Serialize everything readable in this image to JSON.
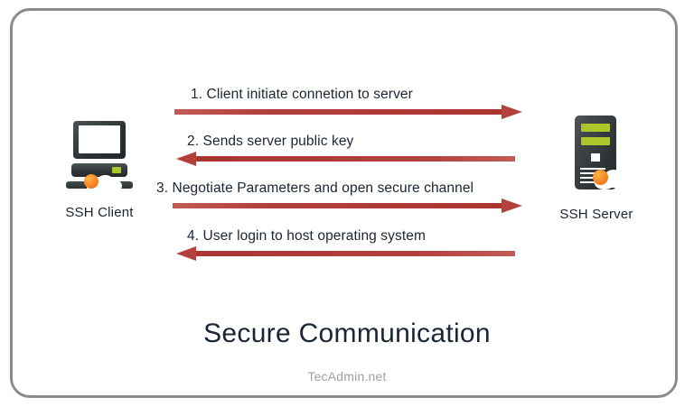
{
  "diagram": {
    "title": "Secure Communication",
    "footer": "TecAdmin.net",
    "frame_color": "#8b8b8b",
    "arrow_color": "#b3413b",
    "text_color": "#1b2533",
    "accent_green": "#adc72b",
    "accent_orange": "#f58220"
  },
  "nodes": [
    {
      "id": "client",
      "label": "SSH Client",
      "icon": "desktop-computer-cloud-icon"
    },
    {
      "id": "server",
      "label": "SSH Server",
      "icon": "server-tower-cloud-icon"
    }
  ],
  "messages": [
    {
      "step": "1",
      "text": "1.  Client initiate connetion to server",
      "direction": "right",
      "from": "client",
      "to": "server"
    },
    {
      "step": "2",
      "text": "2.  Sends server public key",
      "direction": "left",
      "from": "server",
      "to": "client"
    },
    {
      "step": "3",
      "text": "3. Negotiate Parameters and open secure channel",
      "direction": "right",
      "from": "client",
      "to": "server"
    },
    {
      "step": "4",
      "text": "4. User login to host operating system",
      "direction": "left",
      "from": "server",
      "to": "client"
    }
  ]
}
